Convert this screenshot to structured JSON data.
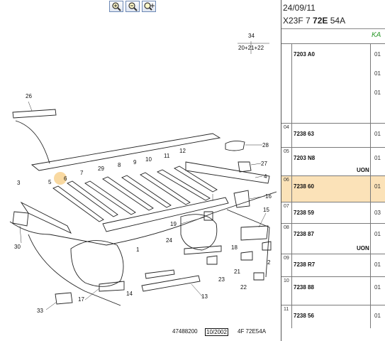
{
  "toolbar": {
    "buttons": [
      {
        "name": "zoom-in-button",
        "icon": "magnifier-plus-icon"
      },
      {
        "name": "zoom-out-button",
        "icon": "magnifier-minus-icon"
      },
      {
        "name": "zoom-move-button",
        "icon": "magnifier-move-icon"
      }
    ]
  },
  "diagram": {
    "callouts": [
      "34",
      "20+21+22",
      "26",
      "28",
      "27",
      "4",
      "16",
      "15",
      "12",
      "11",
      "10",
      "9",
      "8",
      "29",
      "7",
      "6",
      "5",
      "3",
      "30",
      "19",
      "1",
      "24",
      "18",
      "23",
      "21",
      "22",
      "2",
      "17",
      "14",
      "13",
      "33"
    ],
    "footer": {
      "part_no": "47488200",
      "date": "10/2002",
      "ref": "4F 72E54A"
    }
  },
  "panel": {
    "date": "24/09/11",
    "code_prefix": "X23F 7 ",
    "code_bold": "72E",
    "code_suffix": " 54A",
    "ka": "KA",
    "rows": [
      {
        "num": "",
        "ref": "7203 A0",
        "q": [
          "01",
          "01",
          "01"
        ],
        "uon": ""
      },
      {
        "num": "04",
        "ref": "7238 63",
        "q": [
          "01"
        ],
        "uon": ""
      },
      {
        "num": "05",
        "ref": "7203 N8",
        "q": [
          "01"
        ],
        "uon": "UON"
      },
      {
        "num": "06",
        "ref": "7238 60",
        "q": [
          "01"
        ],
        "uon": "",
        "selected": true
      },
      {
        "num": "07",
        "ref": "7238 59",
        "q": [
          "03"
        ],
        "uon": ""
      },
      {
        "num": "08",
        "ref": "7238 87",
        "q": [
          "01"
        ],
        "uon": "UON"
      },
      {
        "num": "09",
        "ref": "7238 R7",
        "q": [
          "01"
        ],
        "uon": ""
      },
      {
        "num": "10",
        "ref": "7238 88",
        "q": [
          "01"
        ],
        "uon": ""
      },
      {
        "num": "11",
        "ref": "7238 56",
        "q": [
          "01"
        ],
        "uon": ""
      }
    ]
  },
  "colors": {
    "selected_row": "#fbe2b8",
    "ka_text": "#2d9a2d",
    "highlight_dot": "#f7d08a"
  }
}
